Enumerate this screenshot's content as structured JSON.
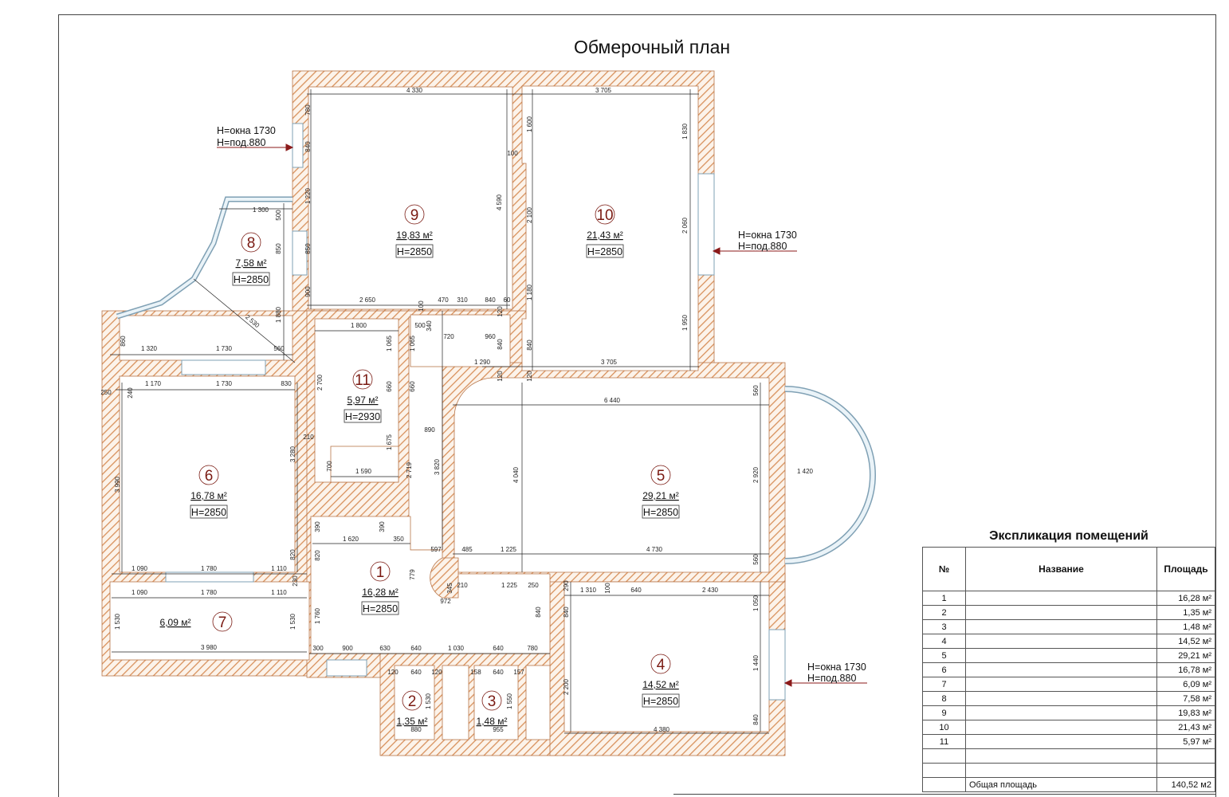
{
  "title": "Обмерочный план",
  "colors": {
    "wall_hatch": "#d8915c",
    "wall_bg": "#fcf3ea",
    "window": "#cfe3ee",
    "room_number": "#7a1a12",
    "arrow": "#8b1a1a"
  },
  "rooms": [
    {
      "num": "9",
      "area": "19,83 м²",
      "height": "H=2850"
    },
    {
      "num": "10",
      "area": "21,43 м²",
      "height": "H=2850"
    },
    {
      "num": "8",
      "area": "7,58 м²",
      "height": "H=2850"
    },
    {
      "num": "11",
      "area": "5,97 м²",
      "height": "H=2930"
    },
    {
      "num": "6",
      "area": "16,78 м²",
      "height": "H=2850"
    },
    {
      "num": "5",
      "area": "29,21 м²",
      "height": "H=2850"
    },
    {
      "num": "1",
      "area": "16,28 м²",
      "height": "H=2850"
    },
    {
      "num": "7",
      "area": "6,09 м²"
    },
    {
      "num": "4",
      "area": "14,52 м²",
      "height": "H=2850"
    },
    {
      "num": "2",
      "area": "1,35 м²"
    },
    {
      "num": "3",
      "area": "1,48 м²"
    }
  ],
  "window_notes": [
    {
      "line1": "H=окна 1730",
      "line2": "H=под.880"
    },
    {
      "line1": "H=окна 1730",
      "line2": "H=под.880"
    },
    {
      "line1": "H=окна 1730",
      "line2": "H=под.880"
    }
  ],
  "dimensions": [
    "4 330",
    "3 705",
    "2 650",
    "470",
    "310",
    "840",
    "60",
    "1 800",
    "500",
    "720",
    "960",
    "1 290",
    "3 705",
    "1 300",
    "1 320",
    "1 730",
    "560",
    "1 170",
    "1 730",
    "830",
    "250",
    "6 440",
    "890",
    "1 590",
    "1 420",
    "1 620",
    "350",
    "597",
    "485",
    "1 225",
    "4 730",
    "1 090",
    "1 780",
    "1 110",
    "1 090",
    "1 780",
    "1 110",
    "1 225",
    "250",
    "210",
    "1 310",
    "640",
    "2 430",
    "972",
    "3 980",
    "300",
    "900",
    "630",
    "640",
    "1 030",
    "640",
    "780",
    "120",
    "640",
    "120",
    "158",
    "640",
    "157",
    "880",
    "955",
    "4 380",
    "780",
    "840",
    "1 220",
    "850",
    "900",
    "4 590",
    "1 600",
    "100",
    "2 100",
    "1 180",
    "840",
    "1 830",
    "2 060",
    "1 950",
    "500",
    "850",
    "1 880",
    "860",
    "240",
    "2 700",
    "1 065",
    "660",
    "1 675",
    "1 065",
    "660",
    "2 719",
    "3 820",
    "4 040",
    "2 920",
    "560",
    "560",
    "3 990",
    "3 280",
    "820",
    "1 530",
    "1 530",
    "390",
    "390",
    "820",
    "1 760",
    "700",
    "779",
    "345",
    "840",
    "840",
    "290",
    "2 200",
    "1 050",
    "1 440",
    "840",
    "1 530",
    "1 550",
    "2 530",
    "210",
    "100",
    "340",
    "120",
    "840",
    "120",
    "120",
    "100",
    "230"
  ],
  "explication": {
    "title": "Экспликация помещений",
    "headers": [
      "№",
      "Название",
      "Площадь"
    ],
    "rows": [
      {
        "num": "1",
        "area": "16,28 м²"
      },
      {
        "num": "2",
        "area": "1,35 м²"
      },
      {
        "num": "3",
        "area": "1,48 м²"
      },
      {
        "num": "4",
        "area": "14,52 м²"
      },
      {
        "num": "5",
        "area": "29,21 м²"
      },
      {
        "num": "6",
        "area": "16,78 м²"
      },
      {
        "num": "7",
        "area": "6,09 м²"
      },
      {
        "num": "8",
        "area": "7,58 м²"
      },
      {
        "num": "9",
        "area": "19,83 м²"
      },
      {
        "num": "10",
        "area": "21,43 м²"
      },
      {
        "num": "11",
        "area": "5,97 м²"
      }
    ],
    "total_label": "Общая площадь",
    "total_value": "140,52 м2"
  }
}
